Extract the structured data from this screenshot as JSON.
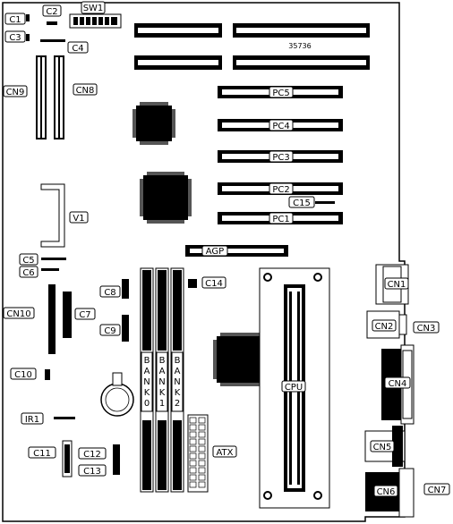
{
  "board_code": "35736",
  "labels": {
    "C1": "C1",
    "C2": "C2",
    "C3": "C3",
    "C4": "C4",
    "C5": "C5",
    "C6": "C6",
    "C7": "C7",
    "C8": "C8",
    "C9": "C9",
    "C10": "C10",
    "C11": "C11",
    "C12": "C12",
    "C13": "C13",
    "C14": "C14",
    "C15": "C15",
    "SW1": "SW1",
    "CN1": "CN1",
    "CN2": "CN2",
    "CN3": "CN3",
    "CN4": "CN4",
    "CN5": "CN5",
    "CN6": "CN6",
    "CN7": "CN7",
    "CN8": "CN8",
    "CN9": "CN9",
    "CN10": "CN10",
    "PC1": "PC1",
    "PC2": "PC2",
    "PC3": "PC3",
    "PC4": "PC4",
    "PC5": "PC5",
    "AGP": "AGP",
    "CPU": "CPU",
    "ATX": "ATX",
    "V1": "V1",
    "IR1": "IR1"
  },
  "banks": [
    {
      "letters": [
        "B",
        "A",
        "N",
        "K",
        "0"
      ]
    },
    {
      "letters": [
        "B",
        "A",
        "N",
        "K",
        "1"
      ]
    },
    {
      "letters": [
        "B",
        "A",
        "N",
        "K",
        "2"
      ]
    }
  ]
}
